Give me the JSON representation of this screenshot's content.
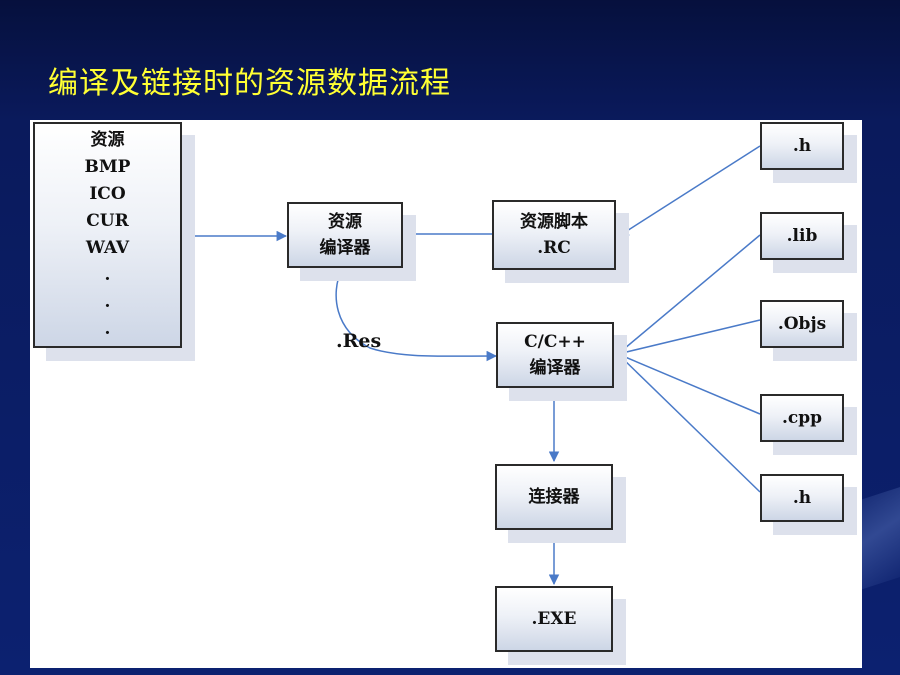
{
  "title": "编译及链接时的资源数据流程",
  "diagram": {
    "resources_box": {
      "lines": [
        "资源",
        "BMP",
        "ICO",
        "CUR",
        "WAV",
        ".",
        ".",
        "."
      ]
    },
    "res_compiler": {
      "lines": [
        "资源",
        "编译器"
      ]
    },
    "res_script": {
      "lines": [
        "资源脚本",
        ".RC"
      ]
    },
    "c_compiler": {
      "lines": [
        "C/C++",
        "编译器"
      ]
    },
    "linker": {
      "lines": [
        "连接器"
      ]
    },
    "exe": {
      "lines": [
        ".EXE"
      ]
    },
    "h_top": {
      "lines": [
        ".h"
      ]
    },
    "lib": {
      "lines": [
        ".lib"
      ]
    },
    "objs": {
      "lines": [
        ".Objs"
      ]
    },
    "cpp": {
      "lines": [
        ".cpp"
      ]
    },
    "h_bottom": {
      "lines": [
        ".h"
      ]
    },
    "res_label": ".Res",
    "colors": {
      "arrow": "#4a7ac8",
      "title": "#ffff33",
      "background": "#0a1a5c"
    }
  }
}
